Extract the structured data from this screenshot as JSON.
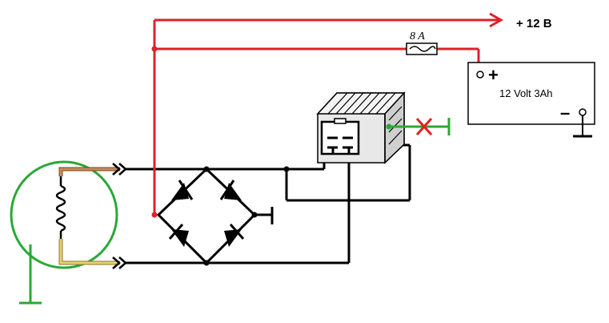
{
  "labels": {
    "output_label": "+ 12 B",
    "fuse_label": "8  A",
    "battery_label": "12 Volt 3Ah",
    "battery_plus": "+",
    "battery_minus": "–"
  },
  "colors": {
    "positive_wire": "#e0202a",
    "signal_wire": "#000000",
    "coil_outline": "#2aa836",
    "ground_wire": "#2aa836",
    "disconnect_mark": "#e02020",
    "stator_lead_1": "#c88a5a",
    "stator_lead_2": "#e8d070",
    "diode_fill": "#000000"
  },
  "icons": {
    "coil": "inductor-icon",
    "rectifier": "diode-bridge-icon",
    "regulator": "voltage-regulator-icon",
    "fuse": "fuse-icon",
    "battery": "battery-icon",
    "ground": "ground-icon",
    "disconnect": "x-mark-icon",
    "arrow": "arrow-right-icon"
  }
}
